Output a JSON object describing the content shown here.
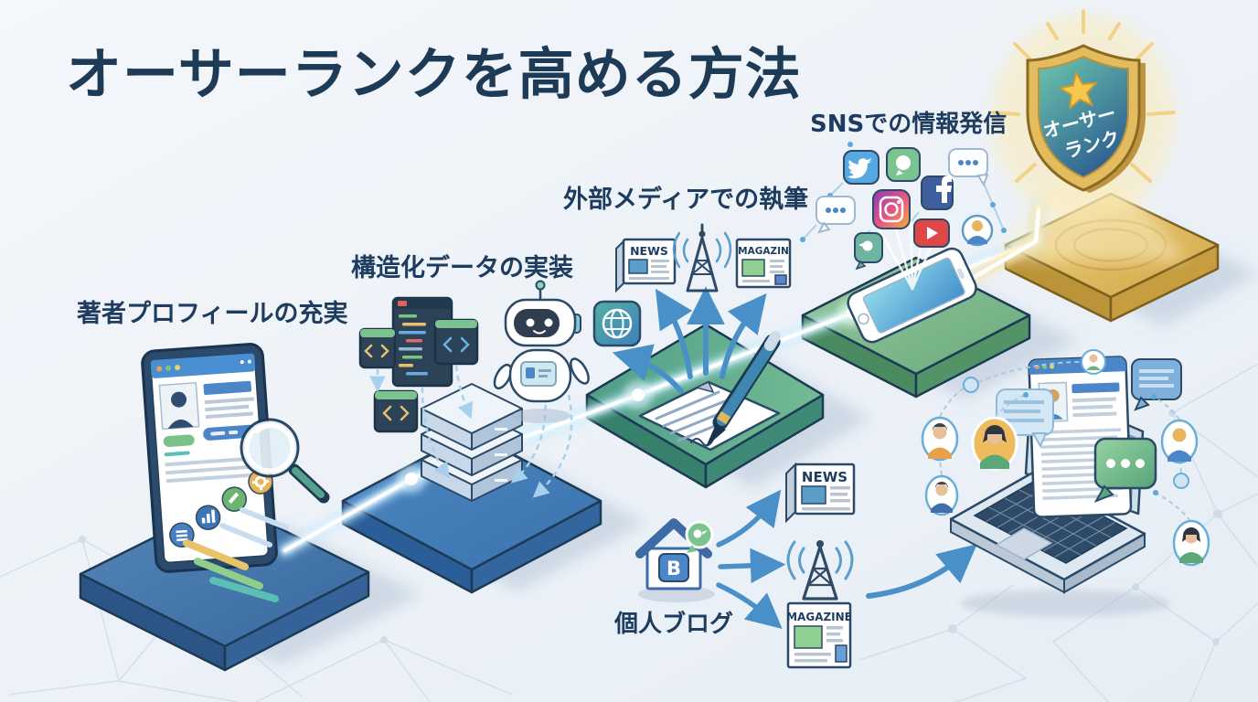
{
  "title": "オーサーランクを高める方法",
  "steps": [
    {
      "label": "著者プロフィールの充実"
    },
    {
      "label": "構造化データの実装"
    },
    {
      "label": "外部メディアでの執筆"
    },
    {
      "label": "SNSでの情報発信"
    }
  ],
  "badge": {
    "line1": "オーサー",
    "line2": "ランク"
  },
  "personal_blog": {
    "label": "個人ブログ",
    "house_letter": "B"
  },
  "media": {
    "news_top": "NEWS",
    "magazine_top": "MAGAZIN",
    "news_bottom": "NEWS",
    "magazine_bottom": "MAGAZINE"
  },
  "colors": {
    "title_text": "#1d3a57",
    "label_text": "#1e3c5f",
    "platform_blue": "#3f74ad",
    "platform_teal": "#4f9e89",
    "platform_green": "#6fae7e",
    "platform_gold": "#d9b04f",
    "beam_core": "#ffffff",
    "beam_glow": "#bfe9ff",
    "arrow_blue": "#4a90c8",
    "badge_rim_gold": "#e3bc60",
    "badge_face_top": "#6cc6ae",
    "badge_face_bottom": "#2e6191"
  }
}
